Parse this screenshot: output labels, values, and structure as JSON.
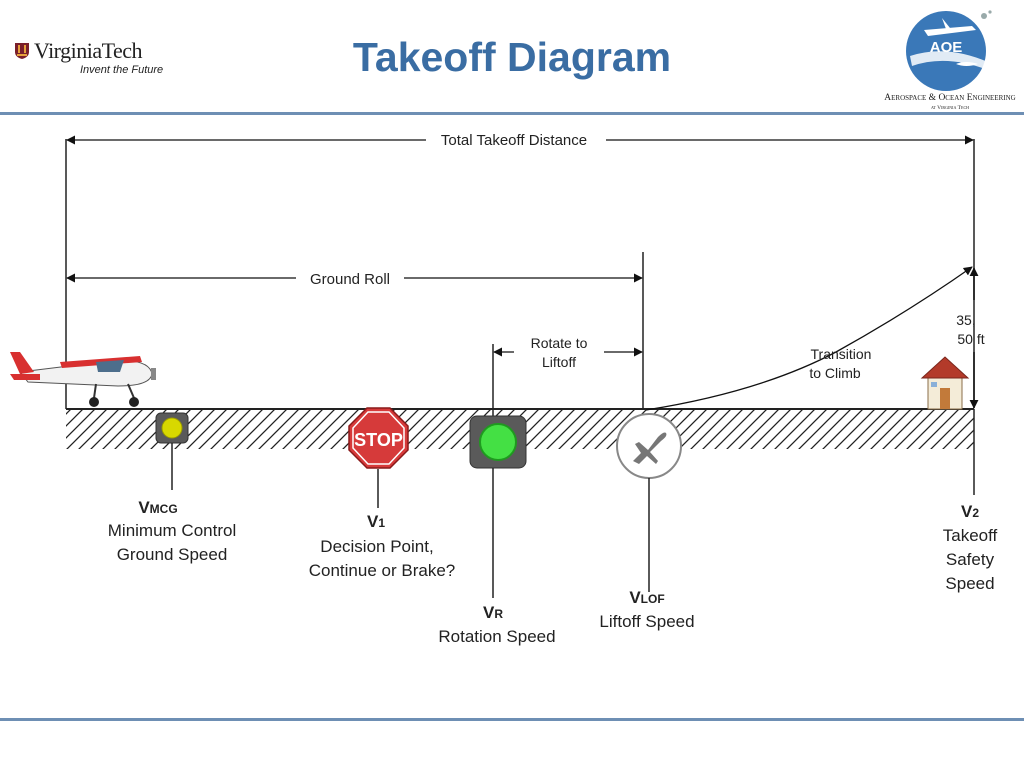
{
  "header": {
    "logo_left": {
      "name": "VirginiaTech",
      "tagline": "Invent the Future"
    },
    "title": "Takeoff Diagram",
    "logo_right": {
      "badge_text": "AOE",
      "line1": "Aerospace & Ocean Engineering",
      "line2": "at Virginia Tech"
    }
  },
  "diagram": {
    "total_distance_label": "Total Takeoff Distance",
    "ground_roll_label": "Ground Roll",
    "rotate_label": [
      "Rotate to",
      "Liftoff"
    ],
    "transition_label": [
      "Transition",
      "to Climb"
    ],
    "height_label": [
      "35,",
      "50 ft"
    ],
    "stop_sign_text": "STOP",
    "speeds": {
      "vmcg": {
        "symbol": "V",
        "subscript": "MCG",
        "description": [
          "Minimum Control",
          "Ground Speed"
        ]
      },
      "v1": {
        "symbol": "V",
        "subscript": "1",
        "description": [
          "Decision Point,",
          "Continue or Brake?"
        ]
      },
      "vr": {
        "symbol": "V",
        "subscript": "R",
        "description": [
          "Rotation Speed"
        ]
      },
      "vlof": {
        "symbol": "V",
        "subscript": "LOF",
        "description": [
          "Liftoff Speed"
        ]
      },
      "v2": {
        "symbol": "V",
        "subscript": "2",
        "description": [
          "Takeoff",
          "Safety",
          "Speed"
        ]
      }
    }
  },
  "colors": {
    "title": "#3a6da3",
    "rule": "#6e8fb4",
    "stop_sign": "#d63a3a",
    "light_yellow": "#d8d800",
    "light_green": "#44e044",
    "aoe_badge": "#3a78b8"
  }
}
